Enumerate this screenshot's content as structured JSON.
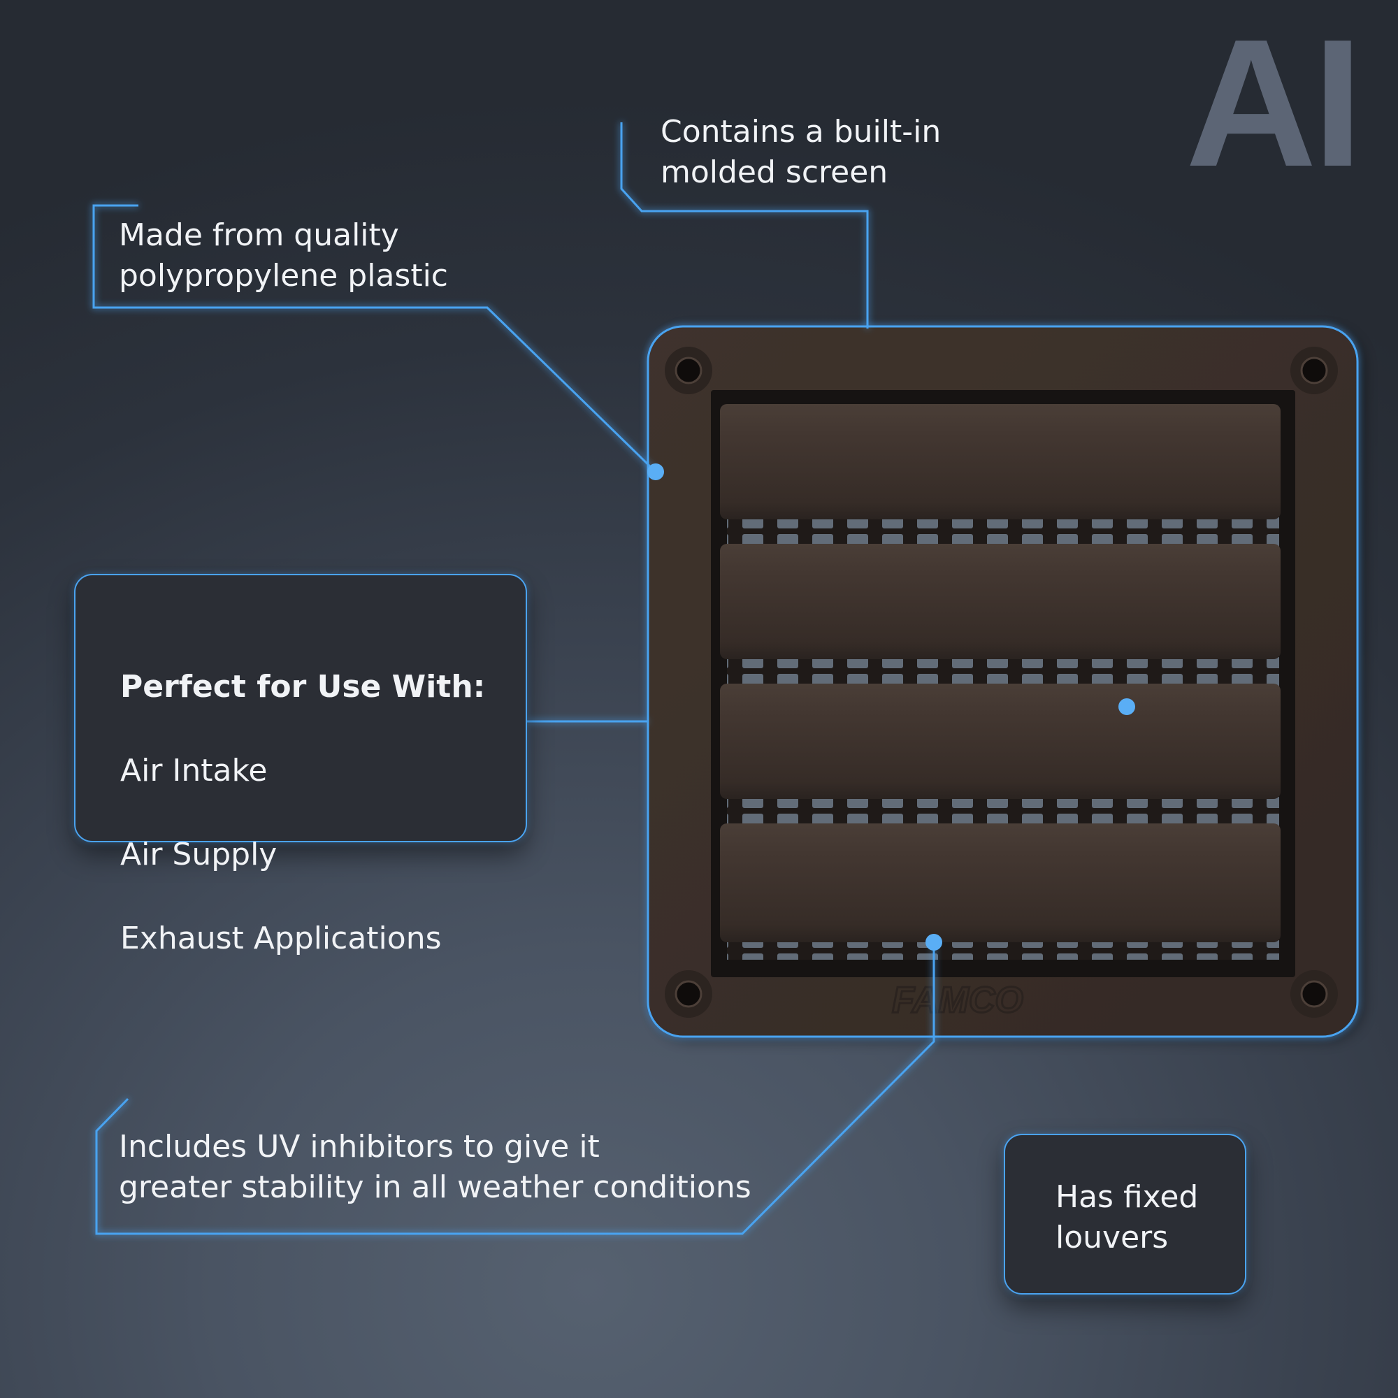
{
  "logo": "AI",
  "callouts": {
    "screen": "Contains a built-in\nmolded screen",
    "material": "Made from quality\npolypropylene plastic",
    "uv": "Includes UV inhibitors to give it\ngreater stability in all weather conditions",
    "louvers": "Has fixed\nlouvers"
  },
  "uses": {
    "title": "Perfect for Use With:",
    "items": [
      "Air Intake",
      "Air Supply",
      "Exhaust Applications"
    ]
  },
  "product": {
    "brand_mark": "FAMCO",
    "louver_count": 4
  },
  "colors": {
    "accent": "#4aa3f0",
    "vent_body": "#3b302a",
    "background": "#3a424f",
    "box_fill": "#2b2e35"
  }
}
